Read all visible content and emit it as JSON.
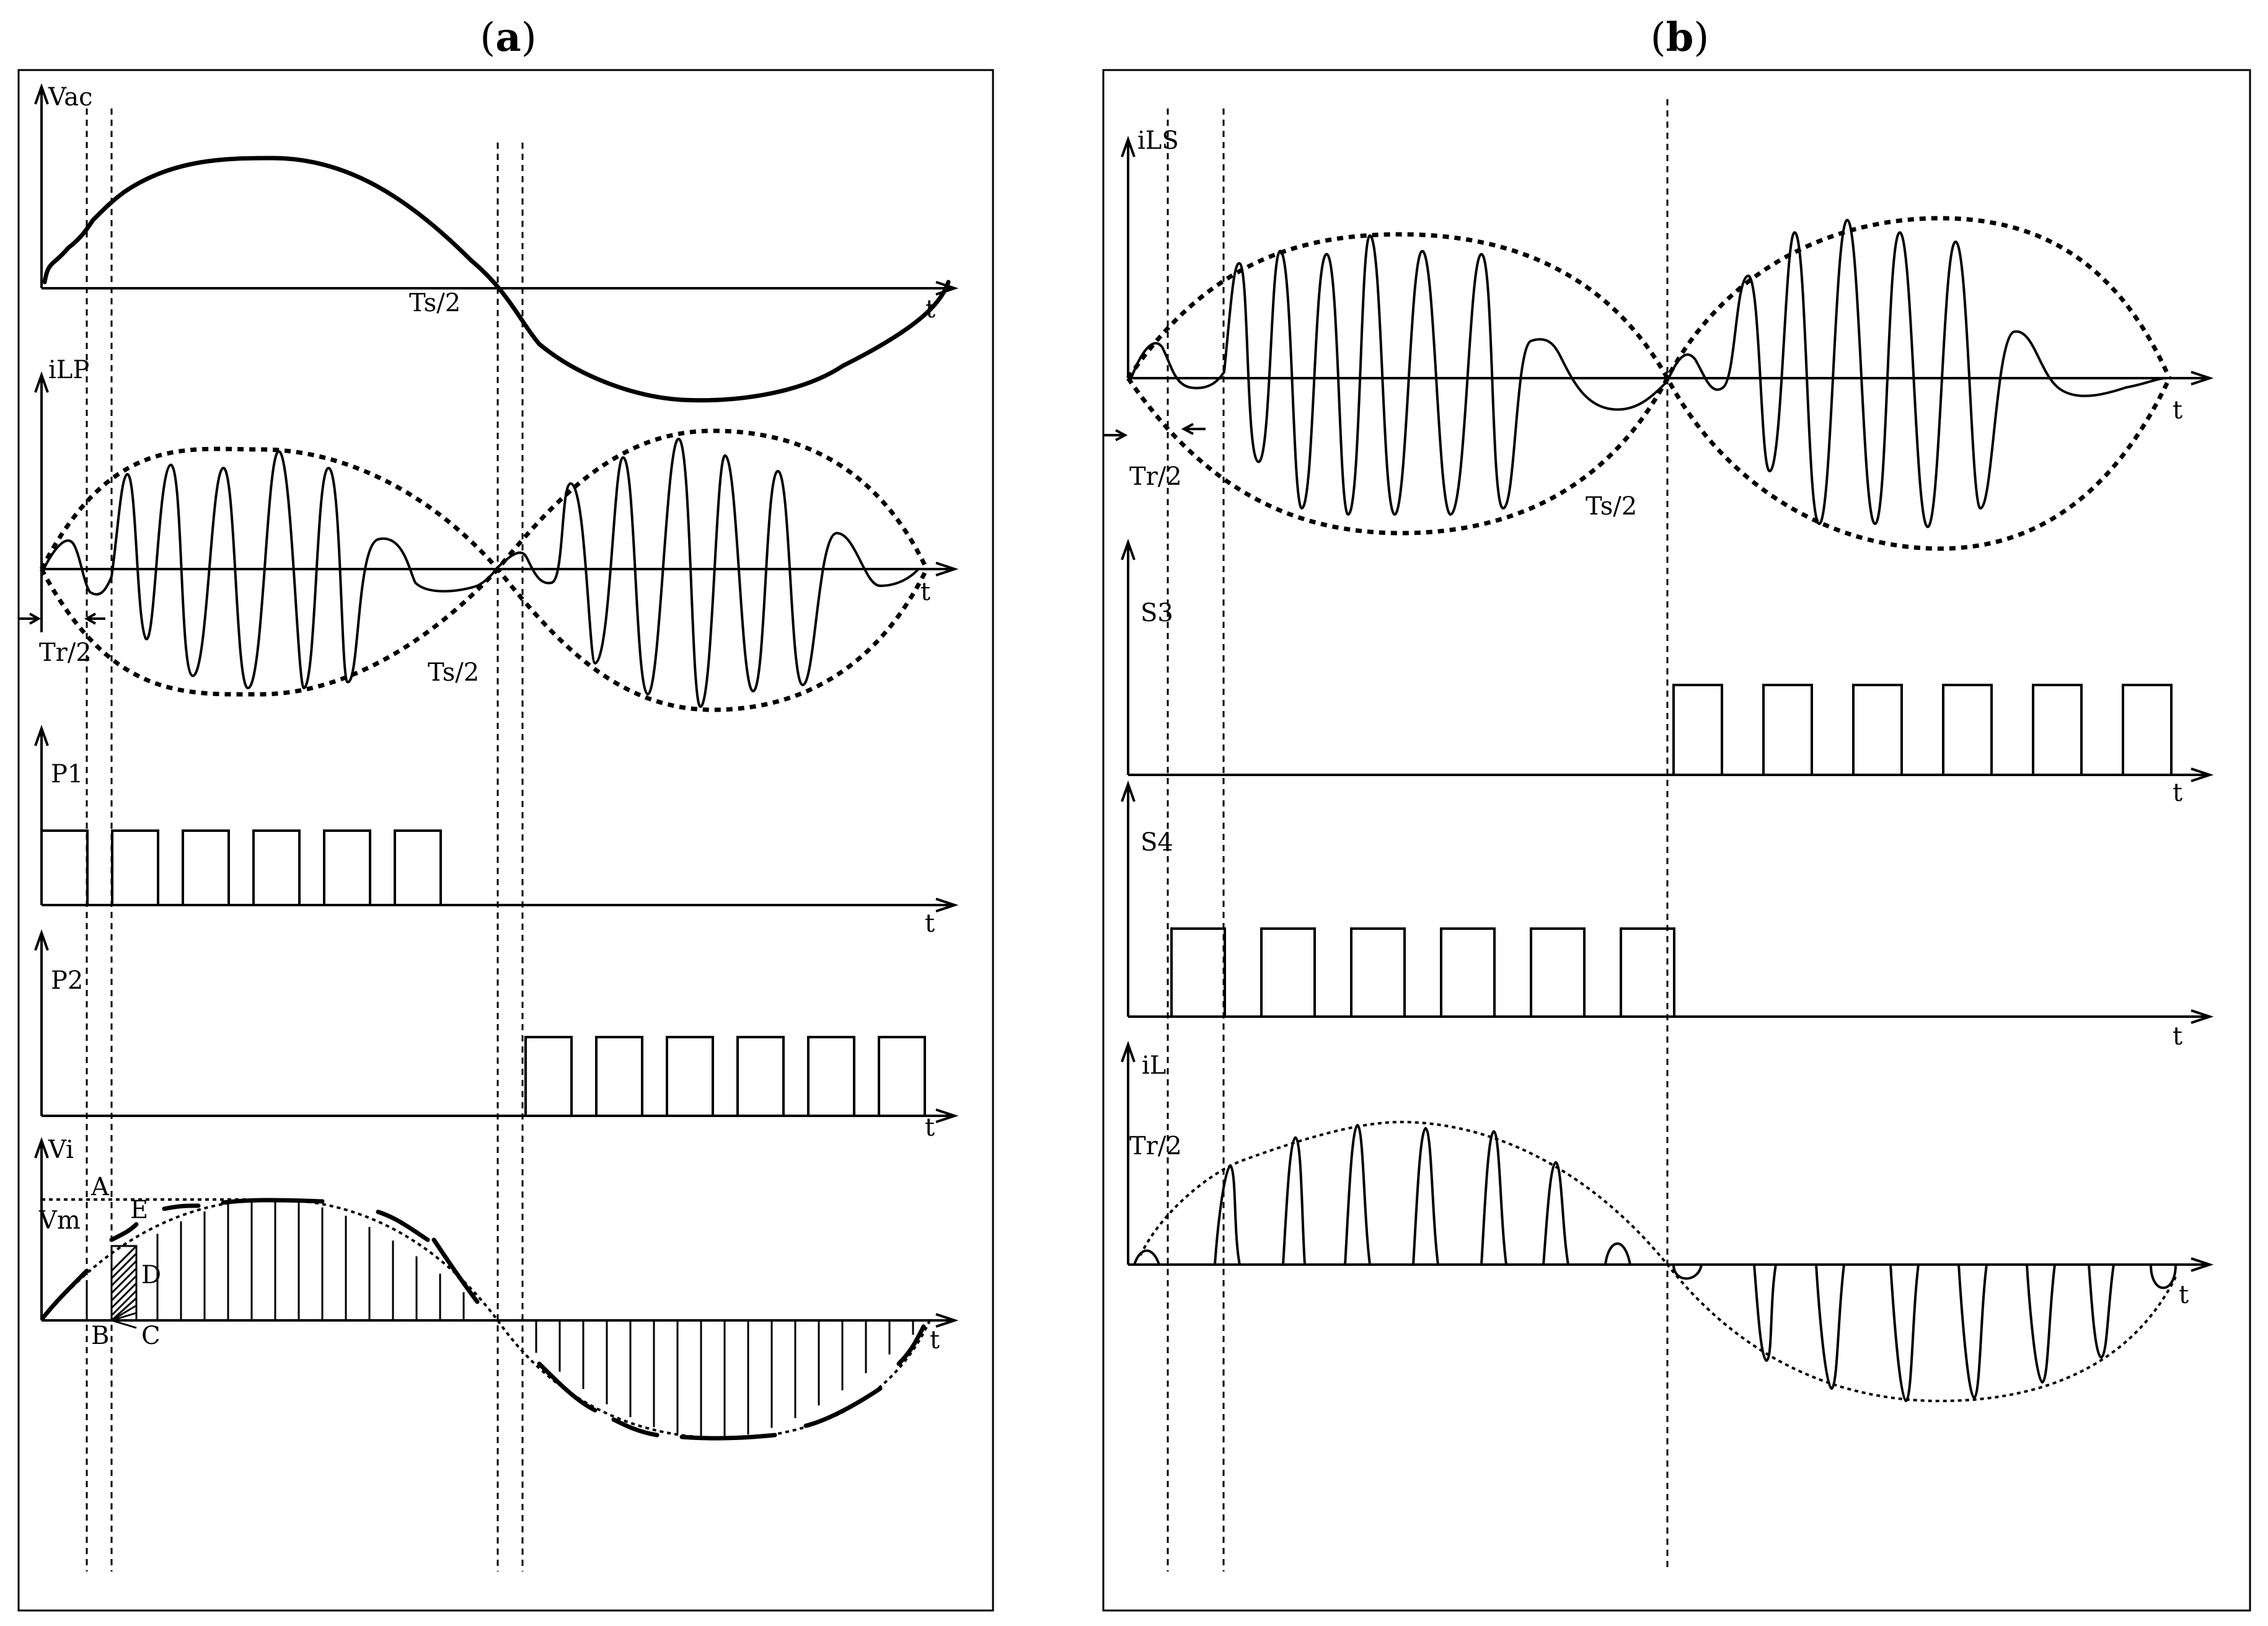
{
  "panel_a": {
    "label_open": "(",
    "label_letter": "a",
    "label_close": ")",
    "vac_label": "Vac",
    "ilp_label": "iLP",
    "p1_label": "P1",
    "p2_label": "P2",
    "vi_label": "Vi",
    "vm_label": "Vm",
    "t_label": "t",
    "ts2_label": "Ts/2",
    "tr2_label": "Tr/2",
    "point_a": "A",
    "point_b": "B",
    "point_c": "C",
    "point_d": "D",
    "point_e": "E"
  },
  "panel_b": {
    "label_open": "(",
    "label_letter": "b",
    "label_close": ")",
    "ils_label": "iLS",
    "s3_label": "S3",
    "s4_label": "S4",
    "il_label": "iL",
    "t_label": "t",
    "ts2_label": "Ts/2",
    "tr2_label": "Tr/2"
  },
  "pulse_counts": {
    "p1": 6,
    "p2": 6,
    "s3": 6,
    "s4": 6
  }
}
